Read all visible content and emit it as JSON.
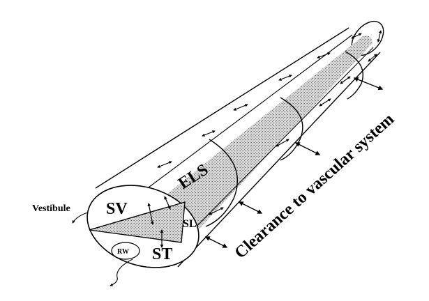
{
  "diagram": {
    "labels": {
      "vestibule": "Vestibule",
      "sv": "SV",
      "els": "ELS",
      "sl": "SL",
      "st": "ST",
      "rw": "RW",
      "clearance": "Clearance to vascular system"
    },
    "colors": {
      "line": "#000000",
      "fill_stipple": "#bdbdbd",
      "background": "#ffffff"
    }
  }
}
